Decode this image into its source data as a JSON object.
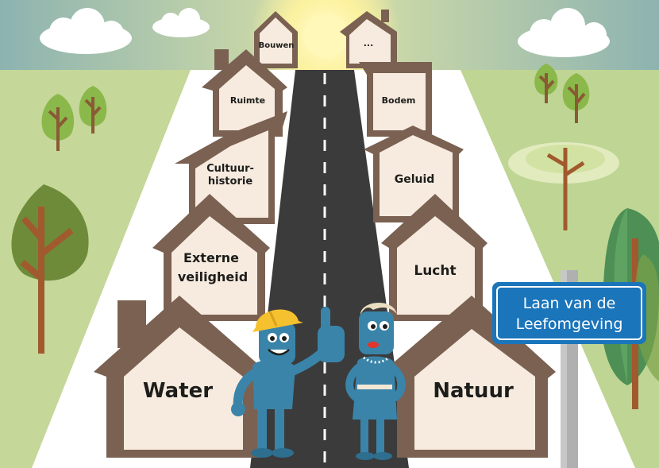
{
  "street_sign": {
    "line1": "Laan van de",
    "line2": "Leefomgeving"
  },
  "houses": {
    "bouwen": "Bouwen",
    "more": "...",
    "ruimte": "Ruimte",
    "bodem": "Bodem",
    "cultuurhistorie_1": "Cultuur-",
    "cultuurhistorie_2": "historie",
    "geluid": "Geluid",
    "externe_veiligheid_1": "Externe",
    "externe_veiligheid_2": "veiligheid",
    "lucht": "Lucht",
    "water": "Water",
    "natuur": "Natuur"
  },
  "colors": {
    "sky": "#8fb5b1",
    "grass": "#c8d99a",
    "road": "#3a3a3a",
    "house_frame": "#7a6152",
    "house_fill": "#f7ebdf",
    "sign_blue": "#1b75bb",
    "figure_blue": "#3a84a9"
  }
}
